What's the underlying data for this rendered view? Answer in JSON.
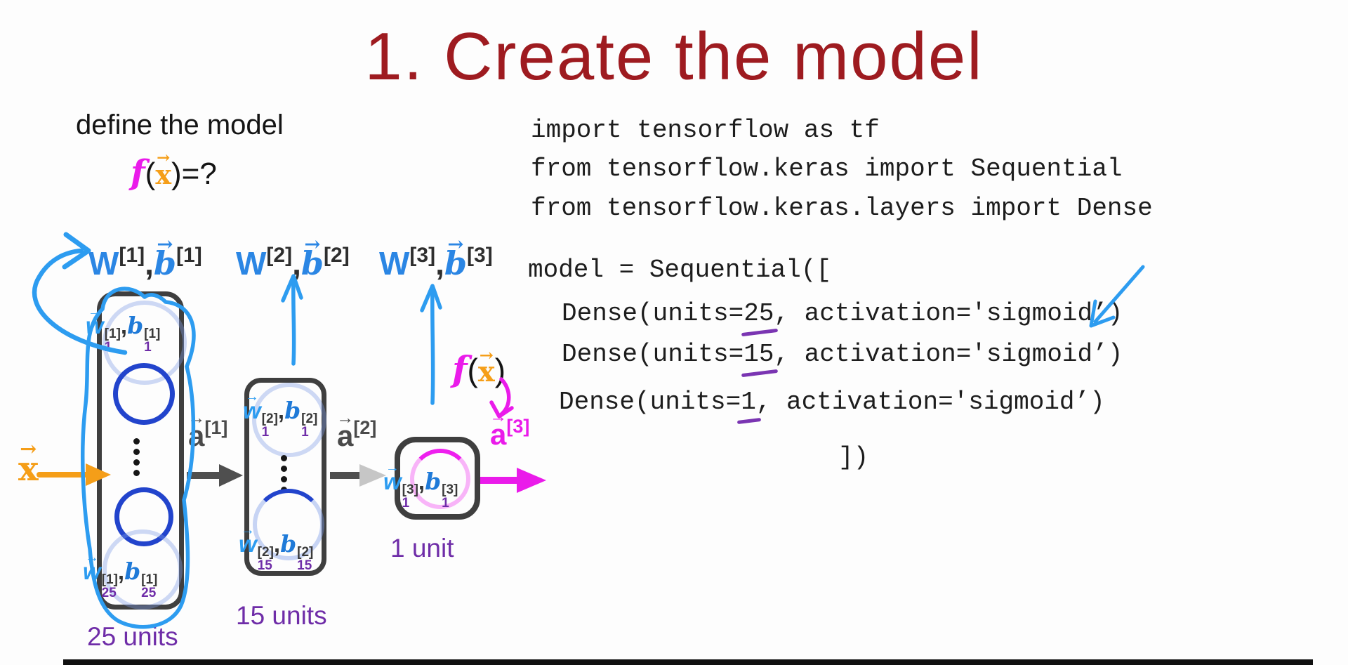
{
  "title": "1. Create the model",
  "subtitle": "define the model",
  "formula": {
    "f": "f",
    "open": "(",
    "x": "x",
    "close": ")",
    "result": "=?"
  },
  "code": {
    "import_lines": [
      "import tensorflow as tf",
      "from tensorflow.keras import Sequential",
      "from tensorflow.keras.layers import Dense"
    ],
    "model_line": "model = Sequential([",
    "dense_lines": [
      "Dense(units=25, activation='sigmoid’)",
      "Dense(units=15, activation='sigmoid’)",
      "Dense(units=1, activation='sigmoid’)"
    ],
    "close_line": "])"
  },
  "diagram": {
    "input": {
      "x": "x"
    },
    "weight_labels": [
      {
        "w": "W",
        "w_sup": "[1]",
        "comma": ",",
        "b": "b",
        "b_sup": "[1]"
      },
      {
        "w": "W",
        "w_sup": "[2]",
        "comma": ",",
        "b": "b",
        "b_sup": "[2]"
      },
      {
        "w": "W",
        "w_sup": "[3]",
        "comma": ",",
        "b": "b",
        "b_sup": "[3]"
      }
    ],
    "unit_labels": [
      {
        "w": "w",
        "w_sub": "1",
        "w_sup": "[1]",
        "comma": ",",
        "b": "b",
        "b_sub": "1",
        "b_sup": "[1]"
      },
      {
        "w": "w",
        "w_sub": "25",
        "w_sup": "[1]",
        "comma": ",",
        "b": "b",
        "b_sub": "25",
        "b_sup": "[1]"
      },
      {
        "w": "w",
        "w_sub": "1",
        "w_sup": "[2]",
        "comma": ",",
        "b": "b",
        "b_sub": "1",
        "b_sup": "[2]"
      },
      {
        "w": "w",
        "w_sub": "15",
        "w_sup": "[2]",
        "comma": ",",
        "b": "b",
        "b_sub": "15",
        "b_sup": "[2]"
      },
      {
        "w": "w",
        "w_sub": "1",
        "w_sup": "[3]",
        "comma": ",",
        "b": "b",
        "b_sub": "1",
        "b_sup": "[3]"
      }
    ],
    "activation_labels": [
      {
        "a": "a",
        "sup": "[1]"
      },
      {
        "a": "a",
        "sup": "[2]"
      },
      {
        "a": "a",
        "sup": "[3]"
      }
    ],
    "units_captions": [
      "25 units",
      "15 units",
      "1 unit"
    ],
    "output_formula": {
      "f": "f",
      "open": "(",
      "x": "x",
      "close": ")"
    }
  },
  "colors": {
    "title_red": "#9e1b20",
    "hand_blue": "#2d9cf0",
    "label_blue": "#2b86e4",
    "node_blue": "#2244cc",
    "purple": "#6f2da8",
    "orange": "#f59e18",
    "magenta": "#ea1bea",
    "arrow_gray": "#4f4f4f"
  }
}
